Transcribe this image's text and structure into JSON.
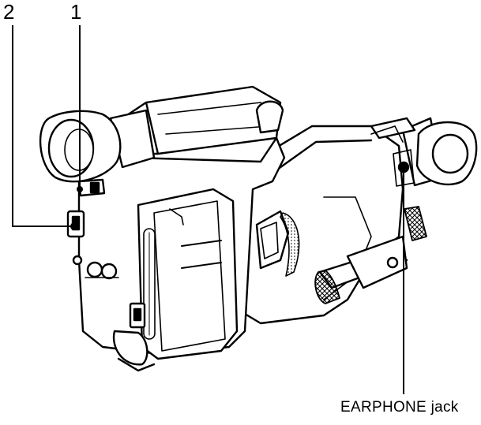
{
  "callouts": [
    {
      "id": "1",
      "label": "1"
    },
    {
      "id": "2",
      "label": "2"
    },
    {
      "id": "earphone",
      "label": "EARPHONE jack"
    }
  ],
  "colors": {
    "ink": "#000000",
    "paper": "#ffffff",
    "hatch": "#555555"
  }
}
